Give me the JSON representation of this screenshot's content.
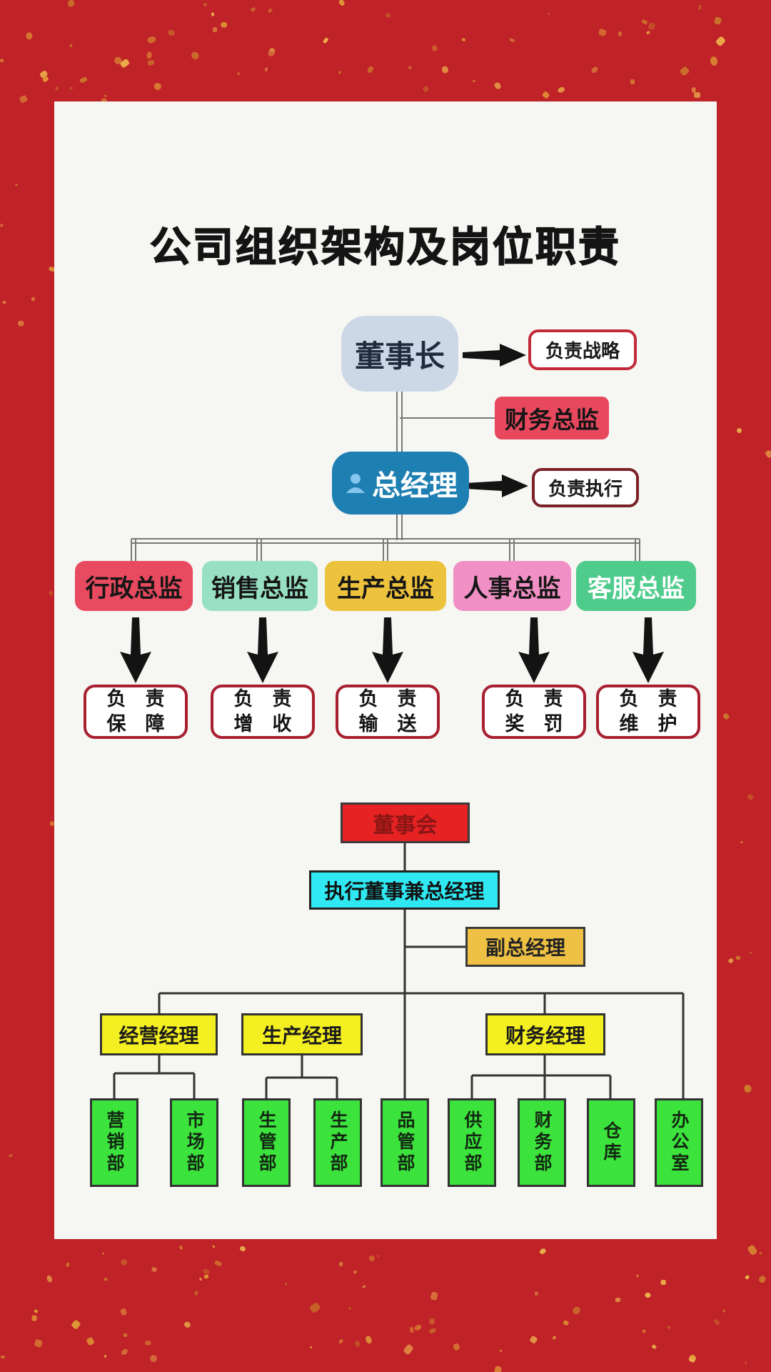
{
  "title": "公司组织架构及岗位职责",
  "top_chart": {
    "chairman": {
      "label": "董事长"
    },
    "chairman_duty": {
      "label": "负责战略"
    },
    "cfo": {
      "label": "财务总监"
    },
    "general_manager": {
      "label": "总经理"
    },
    "gm_duty": {
      "label": "负责执行"
    },
    "directors": [
      {
        "label": "行政总监",
        "bg": "#e84a5f",
        "text_color": "#161616"
      },
      {
        "label": "销售总监",
        "bg": "#97e0c3",
        "text_color": "#161616"
      },
      {
        "label": "生产总监",
        "bg": "#edc23c",
        "text_color": "#161616"
      },
      {
        "label": "人事总监",
        "bg": "#f090c4",
        "text_color": "#161616"
      },
      {
        "label": "客服总监",
        "bg": "#4fcb8c",
        "text_color": "#ffffff"
      }
    ],
    "duties": [
      {
        "line1": "负　责",
        "line2": "保　障"
      },
      {
        "line1": "负　责",
        "line2": "增　收"
      },
      {
        "line1": "负　责",
        "line2": "输　送"
      },
      {
        "line1": "负　责",
        "line2": "奖　罚"
      },
      {
        "line1": "负　责",
        "line2": "维　护"
      }
    ]
  },
  "bottom_chart": {
    "board": {
      "label": "董事会"
    },
    "executive_director": {
      "label": "执行董事兼总经理"
    },
    "deputy_gm": {
      "label": "副总经理"
    },
    "managers": [
      {
        "label": "经营经理"
      },
      {
        "label": "生产经理"
      },
      {
        "label": "财务经理"
      }
    ],
    "departments": [
      {
        "label": "营销部"
      },
      {
        "label": "市场部"
      },
      {
        "label": "生管部"
      },
      {
        "label": "生产部"
      },
      {
        "label": "品管部"
      },
      {
        "label": "供应部"
      },
      {
        "label": "财务部"
      },
      {
        "label": "仓库"
      },
      {
        "label": "办公室"
      }
    ]
  },
  "colors": {
    "page_bg": "#bf2227",
    "panel_bg": "#f6f6f3",
    "chairman_bg": "#ccd8e6",
    "gm_bg": "#1e7fb2",
    "gm_icon": "#85c4ec",
    "cfo_bg": "#e7485e",
    "board_bg": "#e62222",
    "exec_director_bg": "#30e8f2",
    "deputy_bg": "#eec043",
    "manager_bg": "#f3ef20",
    "dept_bg": "#3ce33c",
    "speckle_colors": [
      "#e09a36",
      "#edb64d",
      "#cc7a2c"
    ]
  }
}
